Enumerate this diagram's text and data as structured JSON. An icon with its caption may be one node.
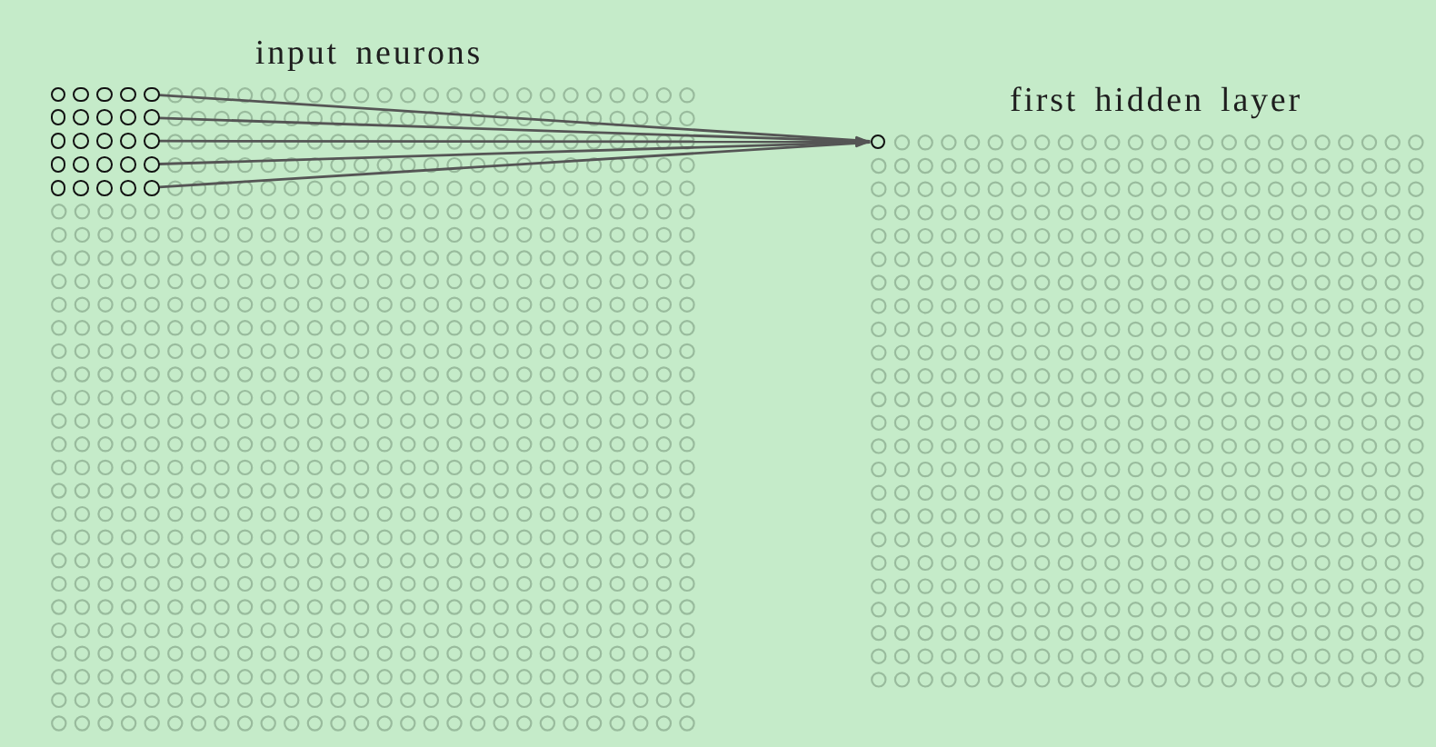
{
  "diagram": {
    "nodes": [
      {
        "text": [],
        "shape": "circle"
      },
      {
        "text": [],
        "shape": "circle"
      },
      {
        "text": [],
        "shape": "circle"
      },
      {
        "text": [],
        "shape": "circle"
      },
      {
        "text": [],
        "shape": "circle"
      },
      {
        "text": [],
        "shape": "circle"
      },
      {
        "text": [],
        "shape": "circle"
      },
      {
        "text": [],
        "shape": "circle"
      },
      {
        "text": [],
        "shape": "circle"
      },
      {
        "text": [],
        "shape": "circle"
      },
      {
        "text": [],
        "shape": "circle"
      },
      {
        "text": [],
        "shape": "circle"
      },
      {
        "text": [],
        "shape": "circle"
      },
      {
        "text": [],
        "shape": "circle"
      },
      {
        "text": [],
        "shape": "circle"
      },
      {
        "text": [],
        "shape": "circle"
      },
      {
        "text": [],
        "shape": "circle"
      },
      {
        "text": [],
        "shape": "circle"
      },
      {
        "text": [],
        "shape": "circle"
      },
      {
        "text": [],
        "shape": "circle"
      },
      {
        "text": [],
        "shape": "circle"
      },
      {
        "text": [],
        "shape": "circle"
      },
      {
        "text": [],
        "shape": "circle"
      },
      {
        "text": [],
        "shape": "circle"
      },
      {
        "text": [],
        "shape": "circle"
      },
      {
        "text": [],
        "shape": "circle"
      }
    ],
    "edges": [
      {
        "from": 4,
        "to": 25,
        "arrow": "to"
      },
      {
        "from": 9,
        "to": 25,
        "arrow": "to"
      },
      {
        "from": 14,
        "to": 25,
        "arrow": "to"
      },
      {
        "from": 19,
        "to": 25,
        "arrow": "to"
      },
      {
        "from": 24,
        "to": 25,
        "arrow": "to"
      }
    ],
    "labels": [
      "input neurons",
      "first hidden layer"
    ]
  }
}
